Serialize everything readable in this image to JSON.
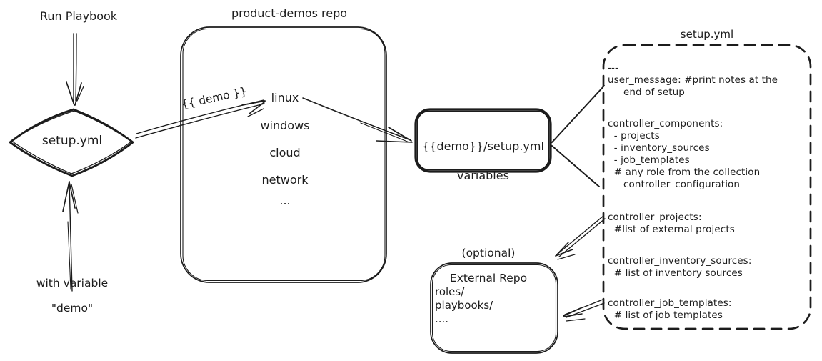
{
  "palette": {
    "background": "#ffffff",
    "ink": "#1c1c1c"
  },
  "left_flow": {
    "run_playbook_label": "Run Playbook",
    "diamond_label": "setup.yml",
    "with_variable_line1": "with variable",
    "with_variable_line2": "\"demo\""
  },
  "demo_arrow_label": "{{ demo }}",
  "repo": {
    "title": "product-demos repo",
    "items": [
      "linux",
      "windows",
      "cloud",
      "network",
      "..."
    ]
  },
  "variables_box": {
    "line1": "{{demo}}/setup.yml",
    "line2": "variables"
  },
  "setup_yml": {
    "title": "setup.yml",
    "groups": [
      "---\nuser_message: #print notes at the\n     end of setup",
      "controller_components:\n  - projects\n  - inventory_sources\n  - job_templates\n  # any role from the collection\n     controller_configuration",
      "controller_projects:\n  #list of external projects",
      "controller_inventory_sources:\n  # list of inventory sources",
      "controller_job_templates:\n  # list of job templates"
    ]
  },
  "external_repo": {
    "label_line1": "(optional)",
    "label_line2": "External Repo",
    "content": "roles/\nplaybooks/\n...."
  }
}
